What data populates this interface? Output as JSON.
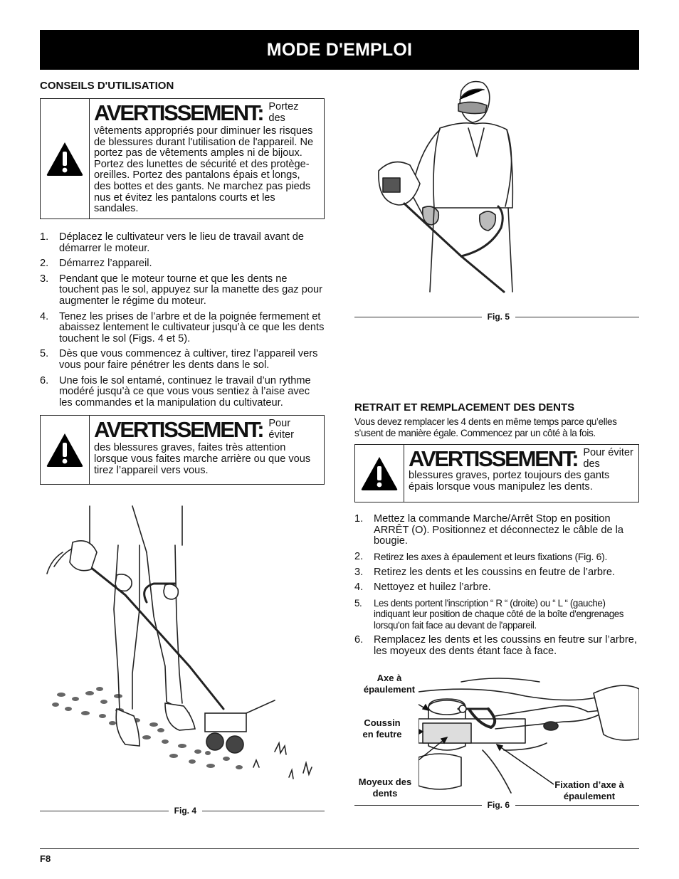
{
  "header": {
    "title": "MODE D'EMPLOI"
  },
  "left": {
    "section_title": "CONSEILS D'UTILISATION",
    "warning1": {
      "heading": "AVERTISSEMENT:",
      "lead": "Portez des",
      "body": "vêtements appropriés pour diminuer les risques de blessures durant l'utilisation de l'appareil. Ne portez pas de vêtements amples ni de bijoux. Portez des lunettes de sécurité et des protège-oreilles. Portez des pantalons épais et longs, des bottes et des gants. Ne marchez pas pieds nus et évitez les pantalons courts et les sandales."
    },
    "steps": [
      {
        "num": "1.",
        "text": "Déplacez le cultivateur vers le lieu de travail avant de démarrer le moteur."
      },
      {
        "num": "2.",
        "text": "Démarrez l’appareil."
      },
      {
        "num": "3.",
        "text": "Pendant que le moteur tourne et que les dents ne touchent pas le sol, appuyez sur la manette des gaz pour augmenter le régime du moteur."
      },
      {
        "num": "4.",
        "text": "Tenez les prises de l’arbre et de la poignée fermement et abaissez lentement le cultivateur jusqu’à ce que les dents touchent le sol (Figs. 4 et 5)."
      },
      {
        "num": "5.",
        "text": "Dès que vous commencez à cultiver, tirez l’appareil vers vous pour faire pénétrer les dents dans le sol."
      },
      {
        "num": "6.",
        "text": "Une fois le sol entamé, continuez le travail d’un rythme modéré jusqu’à ce que vous vous sentiez à l’aise avec les commandes et la manipulation du cultivateur."
      }
    ],
    "warning2": {
      "heading": "AVERTISSEMENT:",
      "lead": "Pour éviter",
      "body": "des blessures graves, faites très attention lorsque vous faites marche arrière ou que vous tirez l’appareil vers vous."
    },
    "fig4_caption": "Fig. 4"
  },
  "right": {
    "fig5_caption": "Fig. 5",
    "section_title": "RETRAIT ET REMPLACEMENT DES DENTS",
    "intro": "Vous devez remplacer les 4 dents en même temps parce qu’elles s’usent de manière égale. Commencez par un côté à la fois.",
    "warning3": {
      "heading": "AVERTISSEMENT:",
      "lead": "Pour éviter des",
      "body": "blessures graves, portez toujours des gants épais lorsque vous manipulez les dents."
    },
    "steps": [
      {
        "num": "1.",
        "text": "Mettez la commande Marche/Arrêt Stop en position ARRÊT (O). Positionnez et déconnectez le câble de la bougie."
      },
      {
        "num": "2.",
        "text": "Retirez les axes à épaulement et leurs fixations (Fig. 6)."
      },
      {
        "num": "3.",
        "text": "Retirez les dents et les coussins en feutre de l’arbre."
      },
      {
        "num": "4.",
        "text": "Nettoyez et huilez l’arbre."
      },
      {
        "num": "5.",
        "text": "Les dents portent l'inscription “ R “ (droite) ou “ L “ (gauche) indiquant leur position de chaque côté de la boîte d'engrenages lorsqu'on fait face au devant de l'appareil."
      },
      {
        "num": "6.",
        "text": "Remplacez les dents et les coussins en feutre sur l’arbre, les moyeux des dents étant face à face."
      }
    ],
    "fig6": {
      "caption": "Fig. 6",
      "callouts": {
        "axe": "Axe à épaulement",
        "coussin": "Coussin en feutre",
        "moyeux": "Moyeux des dents",
        "fixation": "Fixation d’axe à épaulement"
      }
    }
  },
  "footer": {
    "page": "F8"
  }
}
